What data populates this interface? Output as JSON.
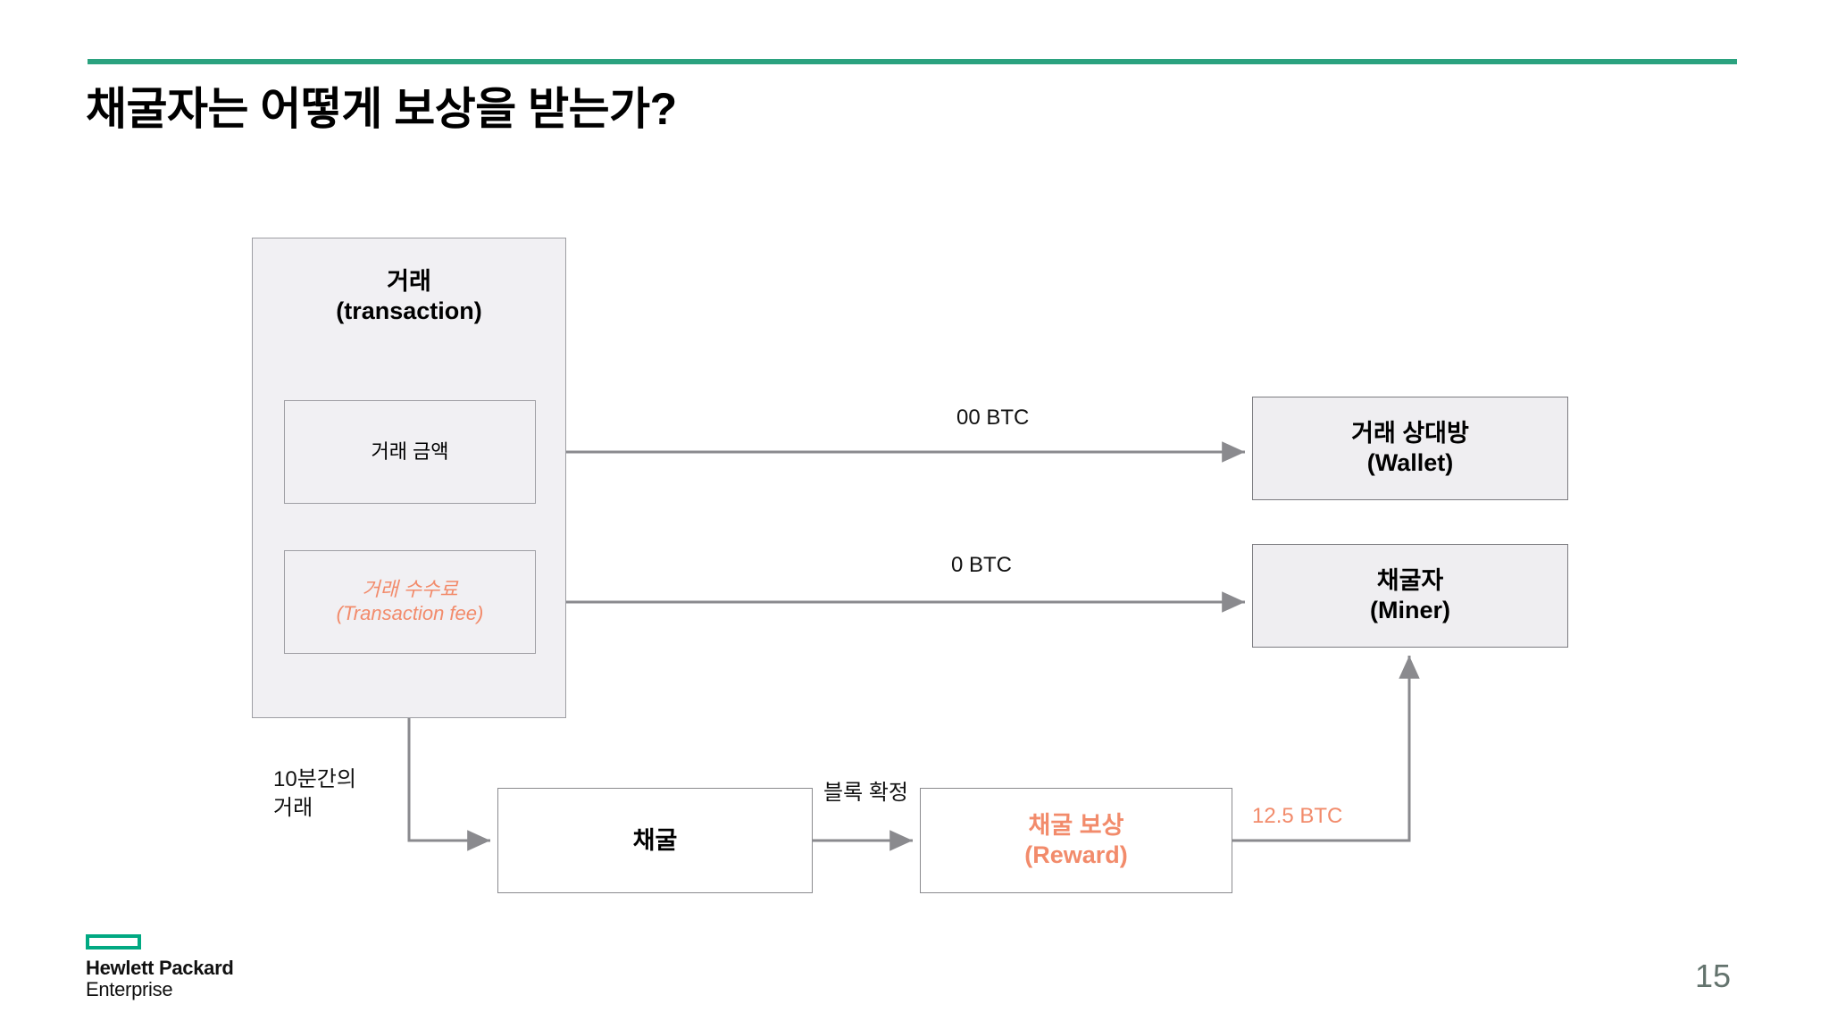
{
  "slide": {
    "title": "채굴자는 어떻게 보상을 받는가?",
    "page_number": "15",
    "accent_color": "#2BA27F",
    "orange_color": "#F28B6B",
    "box_fill": "#F1F0F3",
    "box_border": "#9E9EA3"
  },
  "diagram": {
    "type": "flow",
    "nodes": {
      "transaction": {
        "label": "거래\n(transaction)"
      },
      "amount": {
        "label": "거래 금액"
      },
      "fee": {
        "label": "거래 수수료\n(Transaction fee)"
      },
      "wallet": {
        "label": "거래 상대방\n(Wallet)"
      },
      "miner": {
        "label": "채굴자\n(Miner)"
      },
      "mining": {
        "label": "채굴"
      },
      "reward": {
        "label": "채굴 보상\n(Reward)"
      }
    },
    "edges": [
      {
        "from": "amount",
        "to": "wallet",
        "label": "00 BTC"
      },
      {
        "from": "fee",
        "to": "miner",
        "label": "0 BTC"
      },
      {
        "from": "transaction",
        "to": "mining",
        "label": "10분간의\n거래"
      },
      {
        "from": "mining",
        "to": "reward",
        "label": "블록 확정"
      },
      {
        "from": "reward",
        "to": "miner",
        "label": "12.5 BTC"
      }
    ]
  },
  "footer": {
    "logo_line1": "Hewlett Packard",
    "logo_line2": "Enterprise"
  }
}
